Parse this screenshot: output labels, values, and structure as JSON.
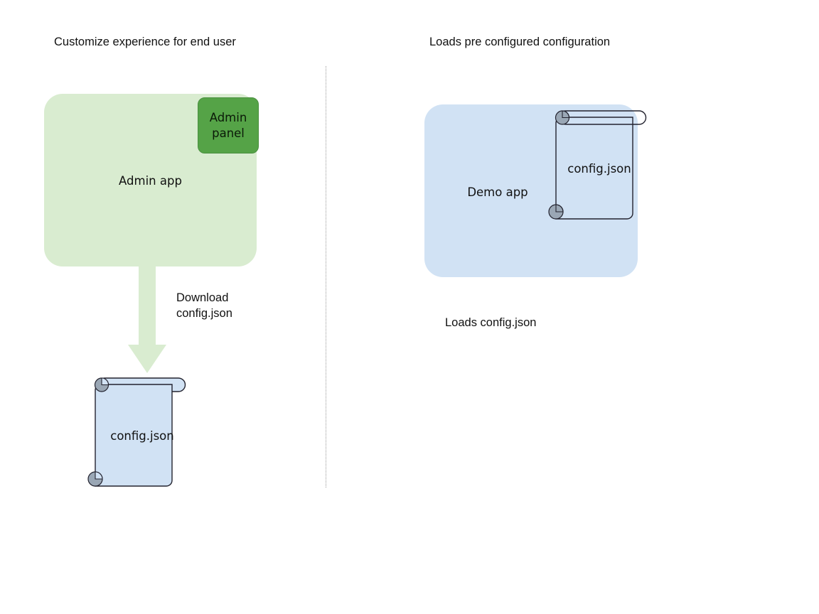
{
  "diagram": {
    "background_color": "#ffffff",
    "sections": [
      {
        "id": "left",
        "title": "Customize experience for end user",
        "app_box": {
          "label": "Admin app",
          "fill": "#d9ecd0",
          "badge": {
            "label_line1": "Admin",
            "label_line2": "panel",
            "fill": "#55a347",
            "stroke": "#4a9040"
          }
        },
        "arrow": {
          "label_line1": "Download",
          "label_line2": "config.json",
          "fill": "#d9ecd0",
          "direction": "down"
        },
        "document": {
          "label": "config.json",
          "fill": "#d1e2f4",
          "stroke": "#23232f",
          "curl_fill": "#9aa7b5"
        }
      },
      {
        "id": "right",
        "title": "Loads pre configured configuration",
        "app_box": {
          "label": "Demo app",
          "fill": "#d1e2f4"
        },
        "document": {
          "label": "config.json",
          "fill": "none",
          "stroke": "#23232f",
          "curl_fill": "#9aa7b5"
        },
        "caption": "Loads config.json"
      }
    ],
    "divider": {
      "style": "dotted",
      "color": "#9a9a9a"
    }
  }
}
